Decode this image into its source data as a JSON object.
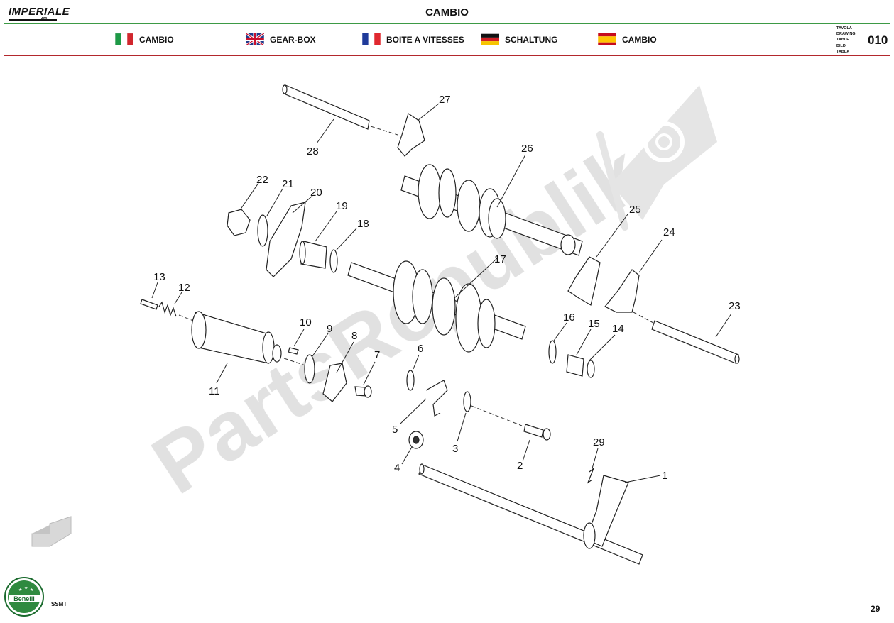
{
  "header": {
    "brand_logo": "IMPERIALE",
    "brand_logo_sub": "400",
    "title": "CAMBIO",
    "languages": [
      {
        "flag": "italy-flag",
        "label": "CAMBIO"
      },
      {
        "flag": "uk-flag",
        "label": "GEAR-BOX"
      },
      {
        "flag": "france-flag",
        "label": "BOITE A VITESSES"
      },
      {
        "flag": "germany-flag",
        "label": "SCHALTUNG"
      },
      {
        "flag": "spain-flag",
        "label": "CAMBIO"
      }
    ],
    "table_labels": [
      "TAVOLA",
      "DRAWING",
      "TABLE",
      "BILD",
      "TABLA"
    ],
    "table_number": "010"
  },
  "diagram": {
    "callouts": [
      "1",
      "2",
      "3",
      "4",
      "5",
      "6",
      "7",
      "8",
      "9",
      "10",
      "11",
      "12",
      "13",
      "14",
      "15",
      "16",
      "17",
      "18",
      "19",
      "20",
      "21",
      "22",
      "23",
      "24",
      "25",
      "26",
      "27",
      "28",
      "29"
    ],
    "watermark": "PartsRepublik"
  },
  "footer": {
    "logo_text": "Benelli",
    "code": "SSMT",
    "page": "29"
  },
  "colors": {
    "green_rule": "#3d9a45",
    "red_rule": "#b3282d",
    "watermark": "#c8c8c8"
  }
}
